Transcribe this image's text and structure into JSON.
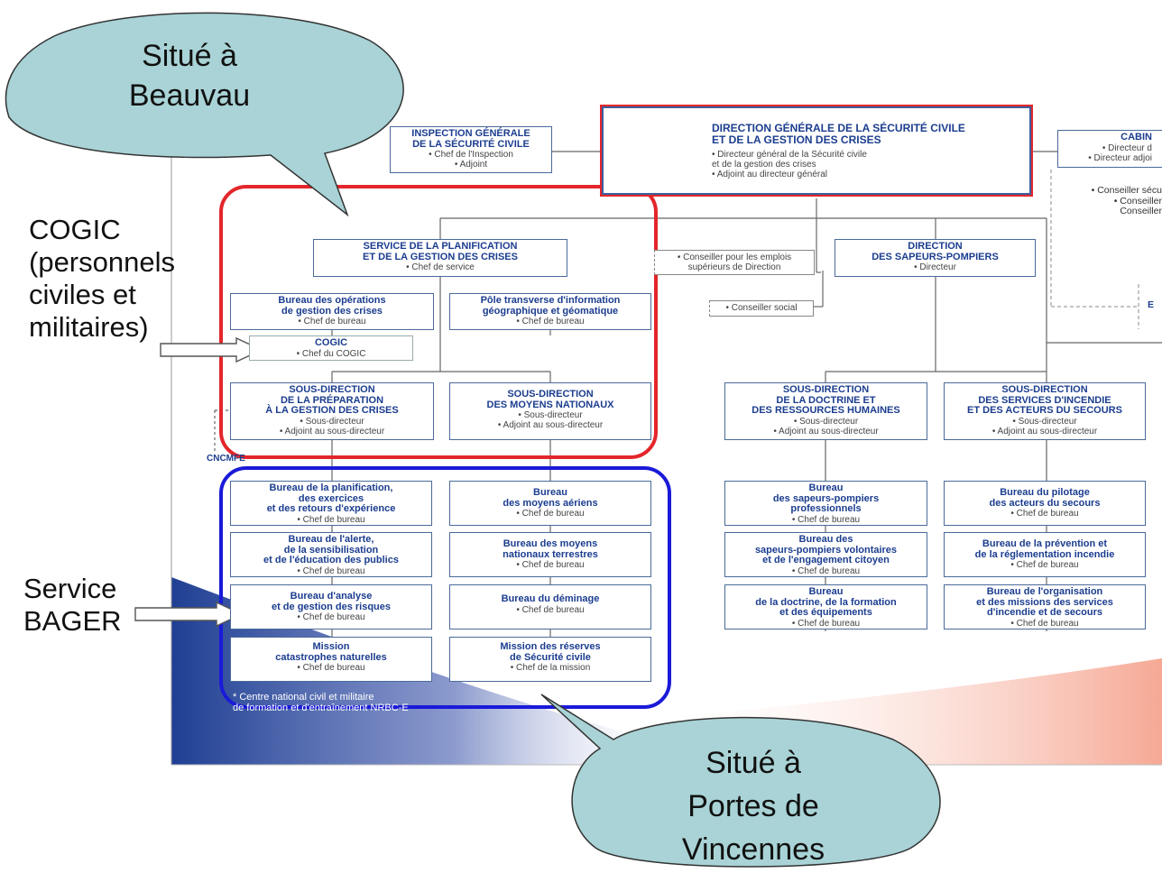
{
  "callouts": {
    "top": "Situé à\nBeauvau",
    "bottom": "Situé à\nPortes de\nVincennes"
  },
  "side_labels": {
    "cogic": "COGIC\n(personnels\nciviles et\nmilitaires)",
    "bager": "Service\nBAGER"
  },
  "org": {
    "dg": {
      "title": "DIRECTION GÉNÉRALE DE LA SÉCURITÉ CIVILE\nET DE LA GESTION DES CRISES",
      "sub": "• Directeur général de la Sécurité civile\n  et de la gestion des crises\n• Adjoint au directeur général"
    },
    "inspection": {
      "title": "INSPECTION GÉNÉRALE\nDE LA SÉCURITÉ CIVILE",
      "sub": "• Chef de l'Inspection\n• Adjoint"
    },
    "cabinet": {
      "title": "CABIN",
      "sub": "• Directeur d\n• Directeur adjoi"
    },
    "conseiller_secu": "• Conseiller sécu\n• Conseiller\nConseiller",
    "conseiller_emplois": "• Conseiller pour les emplois\nsupérieurs de Direction",
    "conseiller_social": "• Conseiller social",
    "edge_e": "E",
    "spgc": {
      "title": "SERVICE DE LA PLANIFICATION\nET DE LA GESTION DES CRISES",
      "sub": "• Chef de service"
    },
    "dsp": {
      "title": "DIRECTION\nDES SAPEURS-POMPIERS",
      "sub": "• Directeur"
    },
    "bogc": {
      "title": "Bureau des opérations\nde gestion des crises",
      "sub": "• Chef de bureau"
    },
    "pole": {
      "title": "Pôle transverse d'information\ngéographique et géomatique",
      "sub": "• Chef de bureau"
    },
    "cogic_box": {
      "title": "COGIC",
      "sub": "• Chef du COGIC"
    },
    "sd_prep": {
      "title": "SOUS-DIRECTION\nDE LA PRÉPARATION\nÀ LA GESTION DES CRISES",
      "sub": "• Sous-directeur\n• Adjoint au sous-directeur"
    },
    "sd_moyens": {
      "title": "SOUS-DIRECTION\nDES MOYENS NATIONAUX",
      "sub": "• Sous-directeur\n• Adjoint au sous-directeur"
    },
    "sd_doctrine": {
      "title": "SOUS-DIRECTION\nDE LA DOCTRINE ET\nDES RESSOURCES HUMAINES",
      "sub": "• Sous-directeur\n• Adjoint au sous-directeur"
    },
    "sd_services": {
      "title": "SOUS-DIRECTION\nDES SERVICES D'INCENDIE\nET DES ACTEURS DU SECOURS",
      "sub": "• Sous-directeur\n• Adjoint au sous-directeur"
    },
    "cncmfe": "CNCMFE",
    "col1": [
      {
        "title": "Bureau de la planification,\ndes exercices\net des retours d'expérience",
        "sub": "• Chef de bureau"
      },
      {
        "title": "Bureau de l'alerte,\nde la sensibilisation\net de l'éducation des publics",
        "sub": "• Chef de bureau"
      },
      {
        "title": "Bureau d'analyse\net de gestion des risques",
        "sub": "• Chef de bureau"
      },
      {
        "title": "Mission\ncatastrophes naturelles",
        "sub": "• Chef de bureau"
      }
    ],
    "col2": [
      {
        "title": "Bureau\ndes moyens aériens",
        "sub": "• Chef de bureau"
      },
      {
        "title": "Bureau des moyens\nnationaux terrestres",
        "sub": "• Chef de bureau"
      },
      {
        "title": "Bureau du déminage",
        "sub": "• Chef de bureau"
      },
      {
        "title": "Mission des réserves\nde Sécurité civile",
        "sub": "• Chef de la mission"
      }
    ],
    "col3": [
      {
        "title": "Bureau\ndes sapeurs-pompiers\nprofessionnels",
        "sub": "• Chef de bureau"
      },
      {
        "title": "Bureau des\nsapeurs-pompiers volontaires\net de l'engagement citoyen",
        "sub": "• Chef de bureau"
      },
      {
        "title": "Bureau\nde la doctrine, de la formation\net des équipements",
        "sub": "• Chef de bureau"
      }
    ],
    "col4": [
      {
        "title": "Bureau du pilotage\ndes acteurs du secours",
        "sub": "• Chef de bureau"
      },
      {
        "title": "Bureau de la prévention et\nde la réglementation incendie",
        "sub": "• Chef de bureau"
      },
      {
        "title": "Bureau de l'organisation\net des missions des services\nd'incendie et de secours",
        "sub": "• Chef de bureau"
      }
    ],
    "footnote": "* Centre national civil et militaire\n  de formation et d'entraînement NRBC-E"
  },
  "colors": {
    "box_border": "#4a6a9a",
    "text_blue": "#1b3d8f",
    "red_outline": "#e3262b",
    "blue_outline": "#1a1ad8",
    "bubble_fill": "#a9d3d6",
    "navy_band": "#1f3f93",
    "peach_band": "#f6a894"
  }
}
